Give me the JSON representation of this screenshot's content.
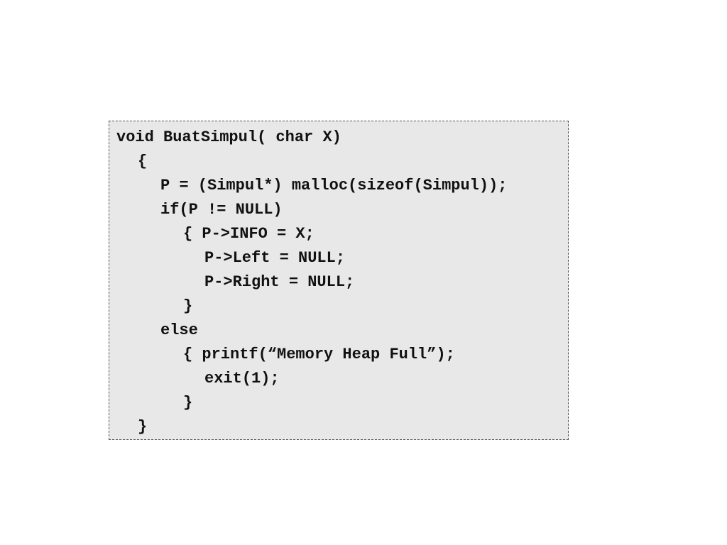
{
  "code_block": {
    "lines": [
      "void BuatSimpul( char X)",
      "{",
      "P = (Simpul*) malloc(sizeof(Simpul));",
      "if(P != NULL)",
      "{ P->INFO = X;",
      "P->Left = NULL;",
      "P->Right = NULL;",
      "}",
      "else",
      "{ printf(“Memory Heap Full”);",
      "exit(1);",
      "}",
      "}"
    ]
  }
}
